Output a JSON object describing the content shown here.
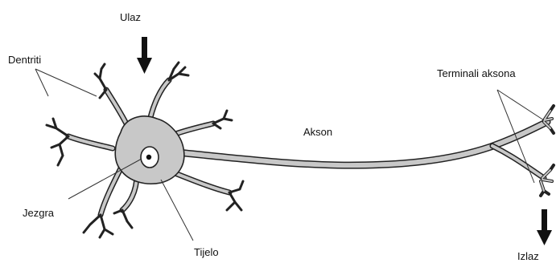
{
  "labels": {
    "input": "Ulaz",
    "dendrites": "Dentriti",
    "axon_terminals": "Terminali aksona",
    "axon": "Akson",
    "nucleus": "Jezgra",
    "soma": "Tijelo",
    "output": "Izlaz"
  },
  "colors": {
    "cell_fill": "#c8c8c8",
    "outline": "#222222",
    "text": "#111111",
    "background": "#ffffff"
  },
  "icons": {
    "input_arrow": "arrow-down-icon",
    "output_arrow": "arrow-down-icon"
  }
}
